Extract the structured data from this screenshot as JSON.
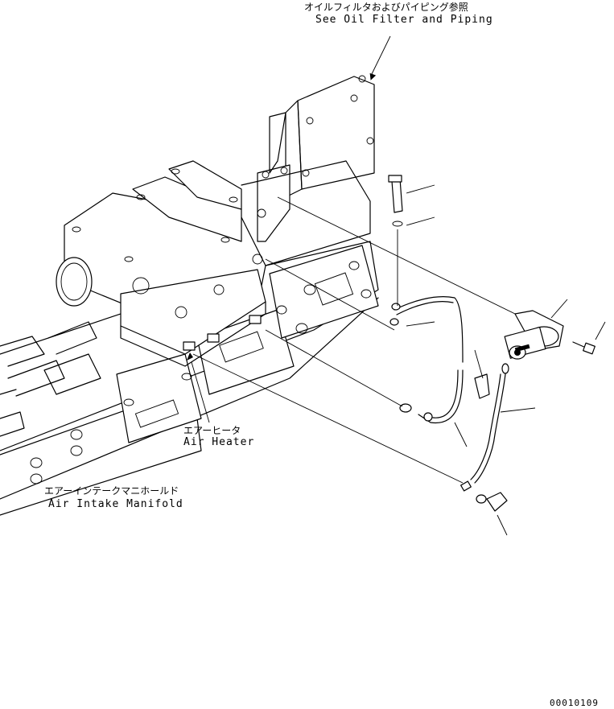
{
  "callouts": {
    "oil_filter_jp": "オイルフィルタおよびパイピング参照",
    "oil_filter_en": "See Oil Filter and Piping",
    "air_heater_jp": "エアーヒータ",
    "air_heater_en": "Air Heater",
    "intake_jp": "エアーインテークマニホールド",
    "intake_en": "Air Intake Manifold"
  },
  "drawing_number": "00010109"
}
